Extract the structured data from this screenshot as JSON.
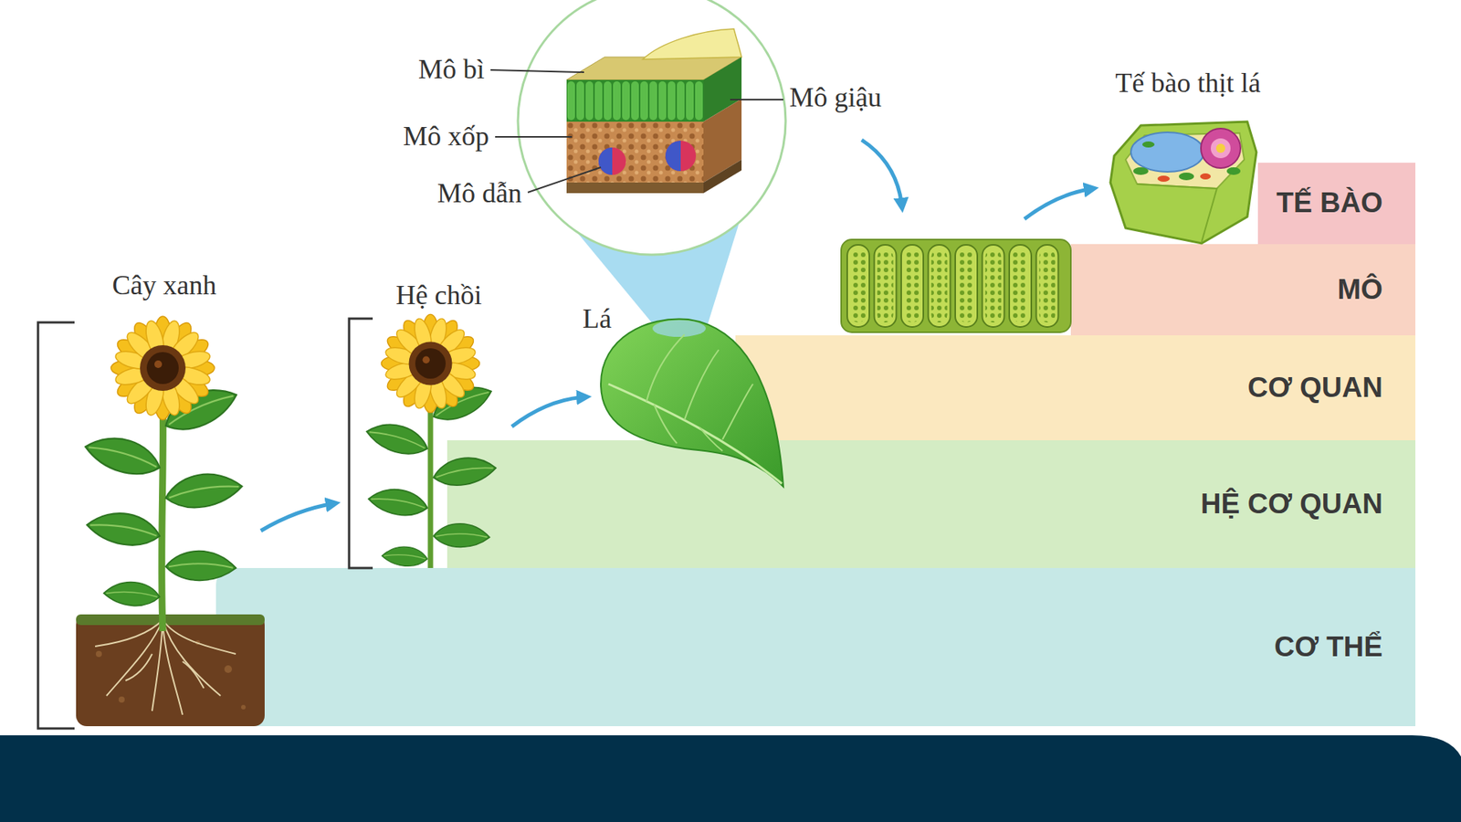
{
  "diagram": {
    "nodes": [
      {
        "text": [
          "TẾ BÀO"
        ]
      },
      {
        "text": [
          "MÔ"
        ]
      },
      {
        "text": [
          "CƠ QUAN"
        ]
      },
      {
        "text": [
          "HỆ CƠ QUAN"
        ]
      },
      {
        "text": [
          "CƠ THỂ"
        ]
      }
    ],
    "labels": [
      "Mô bì",
      "Mô giậu",
      "Tế bào thịt lá",
      "Mô xốp",
      "Mô dẫn",
      "Cây xanh",
      "Hệ chồi",
      "Lá"
    ]
  }
}
